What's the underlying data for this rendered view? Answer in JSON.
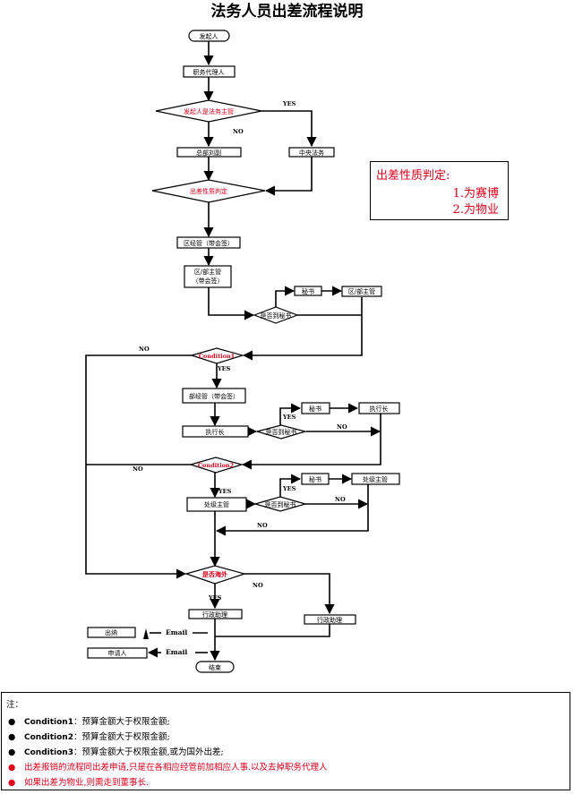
{
  "title": "法务人员出差流程说明",
  "colors": {
    "red": "#e0001b",
    "line": "#000000"
  },
  "nodes": {
    "start": "发起人",
    "agent": "职务代理人",
    "d_legal_head": "发起人是法务主管",
    "hq_head": "总部刘副",
    "central_legal": "中央法务",
    "d_nature": "出差性质判定",
    "region_mgr": "区经管（带会签）",
    "region_head": "区/部主管",
    "region_head_sign": "（带会签）",
    "secretary1": "秘书",
    "region_head2": "区/部主管",
    "d_secretary1": "是否到秘书",
    "d_condition1": "Condition1",
    "dept_mgr": "部经管（带会签）",
    "exec": "执行长",
    "d_secretary2": "是否到秘书",
    "secretary2": "秘书",
    "exec2": "执行长",
    "d_condition2": "Condition2",
    "office_head": "处级主管",
    "d_secretary3": "是否到秘书",
    "secretary3": "秘书",
    "office_head2": "处级主管",
    "d_overseas": "是否海外",
    "admin_asst": "行政助理",
    "admin_asst2": "行政助理",
    "cashier": "出纳",
    "applicant": "申请人",
    "end": "结束"
  },
  "edge_labels": {
    "yes": "YES",
    "no": "NO",
    "email": "Email"
  },
  "nature_box": {
    "title": "出差性质判定:",
    "option1": "1.为赛博",
    "option2": "2.为物业"
  },
  "notes": {
    "heading": "注：",
    "items": [
      {
        "label": "Condition1",
        "text": "：预算金额大于权限金额;",
        "red": false
      },
      {
        "label": "Condition2",
        "text": "：预算金额大于权限金额;",
        "red": false
      },
      {
        "label": "Condition3",
        "text": "：预算金额大于权限金额,或为国外出差;",
        "red": false
      },
      {
        "label": "",
        "text": "出差报销的流程同出差申请,只是在各相应经管前加相应人事.以及去掉职务代理人",
        "red": true
      },
      {
        "label": "",
        "text": "如果出差为物业,则需走到董事长.",
        "red": true
      }
    ]
  }
}
